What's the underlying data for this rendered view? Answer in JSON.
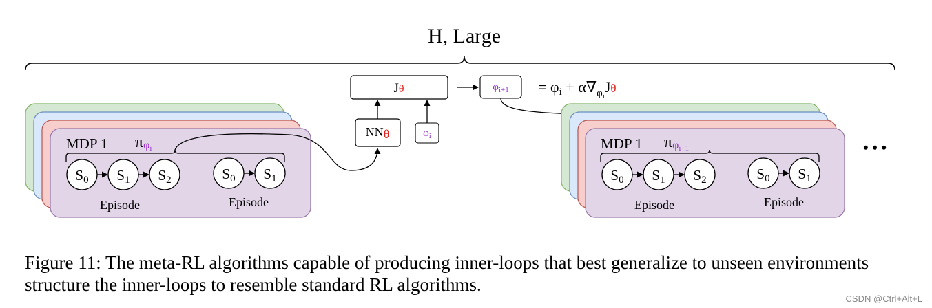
{
  "title": "H, Large",
  "colors": {
    "green_fill": "#d5e8d4",
    "green_stroke": "#82b366",
    "blue_fill": "#dae8fc",
    "blue_stroke": "#6c8ebf",
    "red_fill": "#f8cecc",
    "red_stroke": "#b85450",
    "purple_fill": "#e1d5e7",
    "purple_stroke": "#9673a6",
    "theta_red": "#e0201c",
    "phi_purple": "#9932cc"
  },
  "objective": {
    "J": "J",
    "theta": "θ"
  },
  "network": {
    "NN": "NN",
    "theta": "θ"
  },
  "phi_i": {
    "phi": "φ",
    "sub": "i"
  },
  "phi_next": {
    "phi": "φ",
    "sub": "i+1"
  },
  "update_rule": {
    "eq": "= φ",
    "sub_i": "i",
    "plus": " + α∇",
    "grad_sub_phi": "φ",
    "grad_sub_i": "i",
    "J": "J",
    "theta": "θ"
  },
  "left_mdp": {
    "label": "MDP 1",
    "pi": "π",
    "pi_sub": "φ",
    "pi_sub_sub": "i",
    "episodes": [
      {
        "label": "Episode",
        "states": [
          {
            "s": "S",
            "sub": "0"
          },
          {
            "s": "S",
            "sub": "1"
          },
          {
            "s": "S",
            "sub": "2"
          }
        ]
      },
      {
        "label": "Episode",
        "states": [
          {
            "s": "S",
            "sub": "0"
          },
          {
            "s": "S",
            "sub": "1"
          }
        ]
      }
    ]
  },
  "right_mdp": {
    "label": "MDP 1",
    "pi": "π",
    "pi_sub": "φ",
    "pi_sub_sub": "i+1",
    "episodes": [
      {
        "label": "Episode",
        "states": [
          {
            "s": "S",
            "sub": "0"
          },
          {
            "s": "S",
            "sub": "1"
          },
          {
            "s": "S",
            "sub": "2"
          }
        ]
      },
      {
        "label": "Episode",
        "states": [
          {
            "s": "S",
            "sub": "0"
          },
          {
            "s": "S",
            "sub": "1"
          }
        ]
      }
    ]
  },
  "ellipsis": "• • •",
  "caption": "Figure 11: The meta-RL algorithms capable of producing inner-loops that best generalize to unseen environments structure the inner-loops to resemble standard RL algorithms.",
  "watermark": "CSDN @Ctrl+Alt+L"
}
